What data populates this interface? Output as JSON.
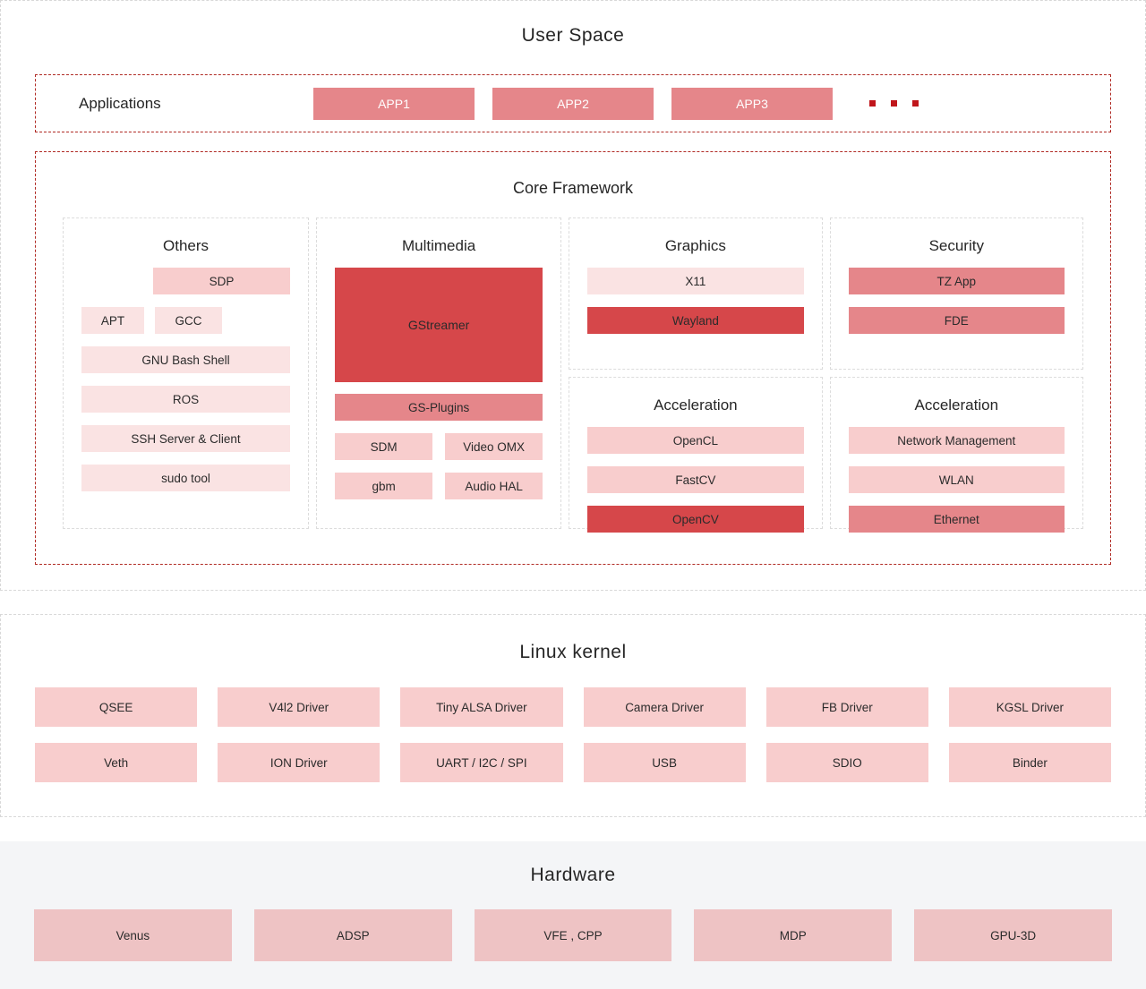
{
  "user_space": {
    "title": "User  Space",
    "applications": {
      "label": "Applications",
      "apps": [
        "APP1",
        "APP2",
        "APP3"
      ],
      "ellipsis_dots": 3,
      "border_color": "#b02a24",
      "app_color": "#e5868a"
    },
    "core_framework": {
      "title": "Core Framework",
      "border_color": "#b02a24",
      "panels": [
        {
          "title": "Others",
          "items": [
            {
              "label": "SDP",
              "tone": "light",
              "layout": "indent"
            },
            {
              "label": "APT",
              "tone": "lightest",
              "layout": "pair-left"
            },
            {
              "label": "GCC",
              "tone": "lightest",
              "layout": "pair-right"
            },
            {
              "label": "GNU Bash Shell",
              "tone": "lightest",
              "layout": "full"
            },
            {
              "label": "ROS",
              "tone": "lightest",
              "layout": "full"
            },
            {
              "label": "SSH Server & Client",
              "tone": "lightest",
              "layout": "full"
            },
            {
              "label": "sudo tool",
              "tone": "lightest",
              "layout": "full"
            }
          ]
        },
        {
          "title": "Multimedia",
          "items": [
            {
              "label": "GStreamer",
              "tone": "dark",
              "layout": "block"
            },
            {
              "label": "GS-Plugins",
              "tone": "mid",
              "layout": "full"
            },
            {
              "label": "SDM",
              "tone": "light",
              "layout": "pair-left"
            },
            {
              "label": "Video OMX",
              "tone": "light",
              "layout": "pair-right"
            },
            {
              "label": "gbm",
              "tone": "light",
              "layout": "pair-left"
            },
            {
              "label": "Audio HAL",
              "tone": "light",
              "layout": "pair-right"
            }
          ]
        },
        {
          "title": "Graphics",
          "items": [
            {
              "label": "X11",
              "tone": "lightest",
              "layout": "full"
            },
            {
              "label": "Wayland",
              "tone": "dark",
              "layout": "full"
            }
          ]
        },
        {
          "title": "Security",
          "items": [
            {
              "label": "TZ App",
              "tone": "mid",
              "layout": "full"
            },
            {
              "label": "FDE",
              "tone": "mid",
              "layout": "full"
            }
          ]
        },
        {
          "title": "Acceleration",
          "items": [
            {
              "label": "OpenCL",
              "tone": "light",
              "layout": "full"
            },
            {
              "label": "FastCV",
              "tone": "light",
              "layout": "full"
            },
            {
              "label": "OpenCV",
              "tone": "dark",
              "layout": "full"
            }
          ]
        },
        {
          "title": "Acceleration",
          "items": [
            {
              "label": "Network Management",
              "tone": "light",
              "layout": "full"
            },
            {
              "label": "WLAN",
              "tone": "light",
              "layout": "full"
            },
            {
              "label": "Ethernet",
              "tone": "mid",
              "layout": "full"
            }
          ]
        }
      ]
    }
  },
  "linux_kernel": {
    "title": "Linux kernel",
    "box_color": "#f8cdcd",
    "boxes": [
      "QSEE",
      "V4l2 Driver",
      "Tiny ALSA Driver",
      "Camera Driver",
      "FB Driver",
      "KGSL Driver",
      "Veth",
      "ION Driver",
      "UART / I2C / SPI",
      "USB",
      "SDIO",
      "Binder"
    ]
  },
  "hardware": {
    "title": "Hardware",
    "background": "#f4f5f7",
    "box_color": "#eec3c4",
    "boxes": [
      "Venus",
      "ADSP",
      "VFE , CPP",
      "MDP",
      "GPU-3D"
    ]
  },
  "palette": {
    "lightest": "#fae3e3",
    "light": "#f8cdcd",
    "mid": "#e5868a",
    "dark": "#d6474a",
    "dashed_gray": "#d8d8d8",
    "dashed_red": "#b02a24",
    "dot_red": "#c0161b"
  }
}
